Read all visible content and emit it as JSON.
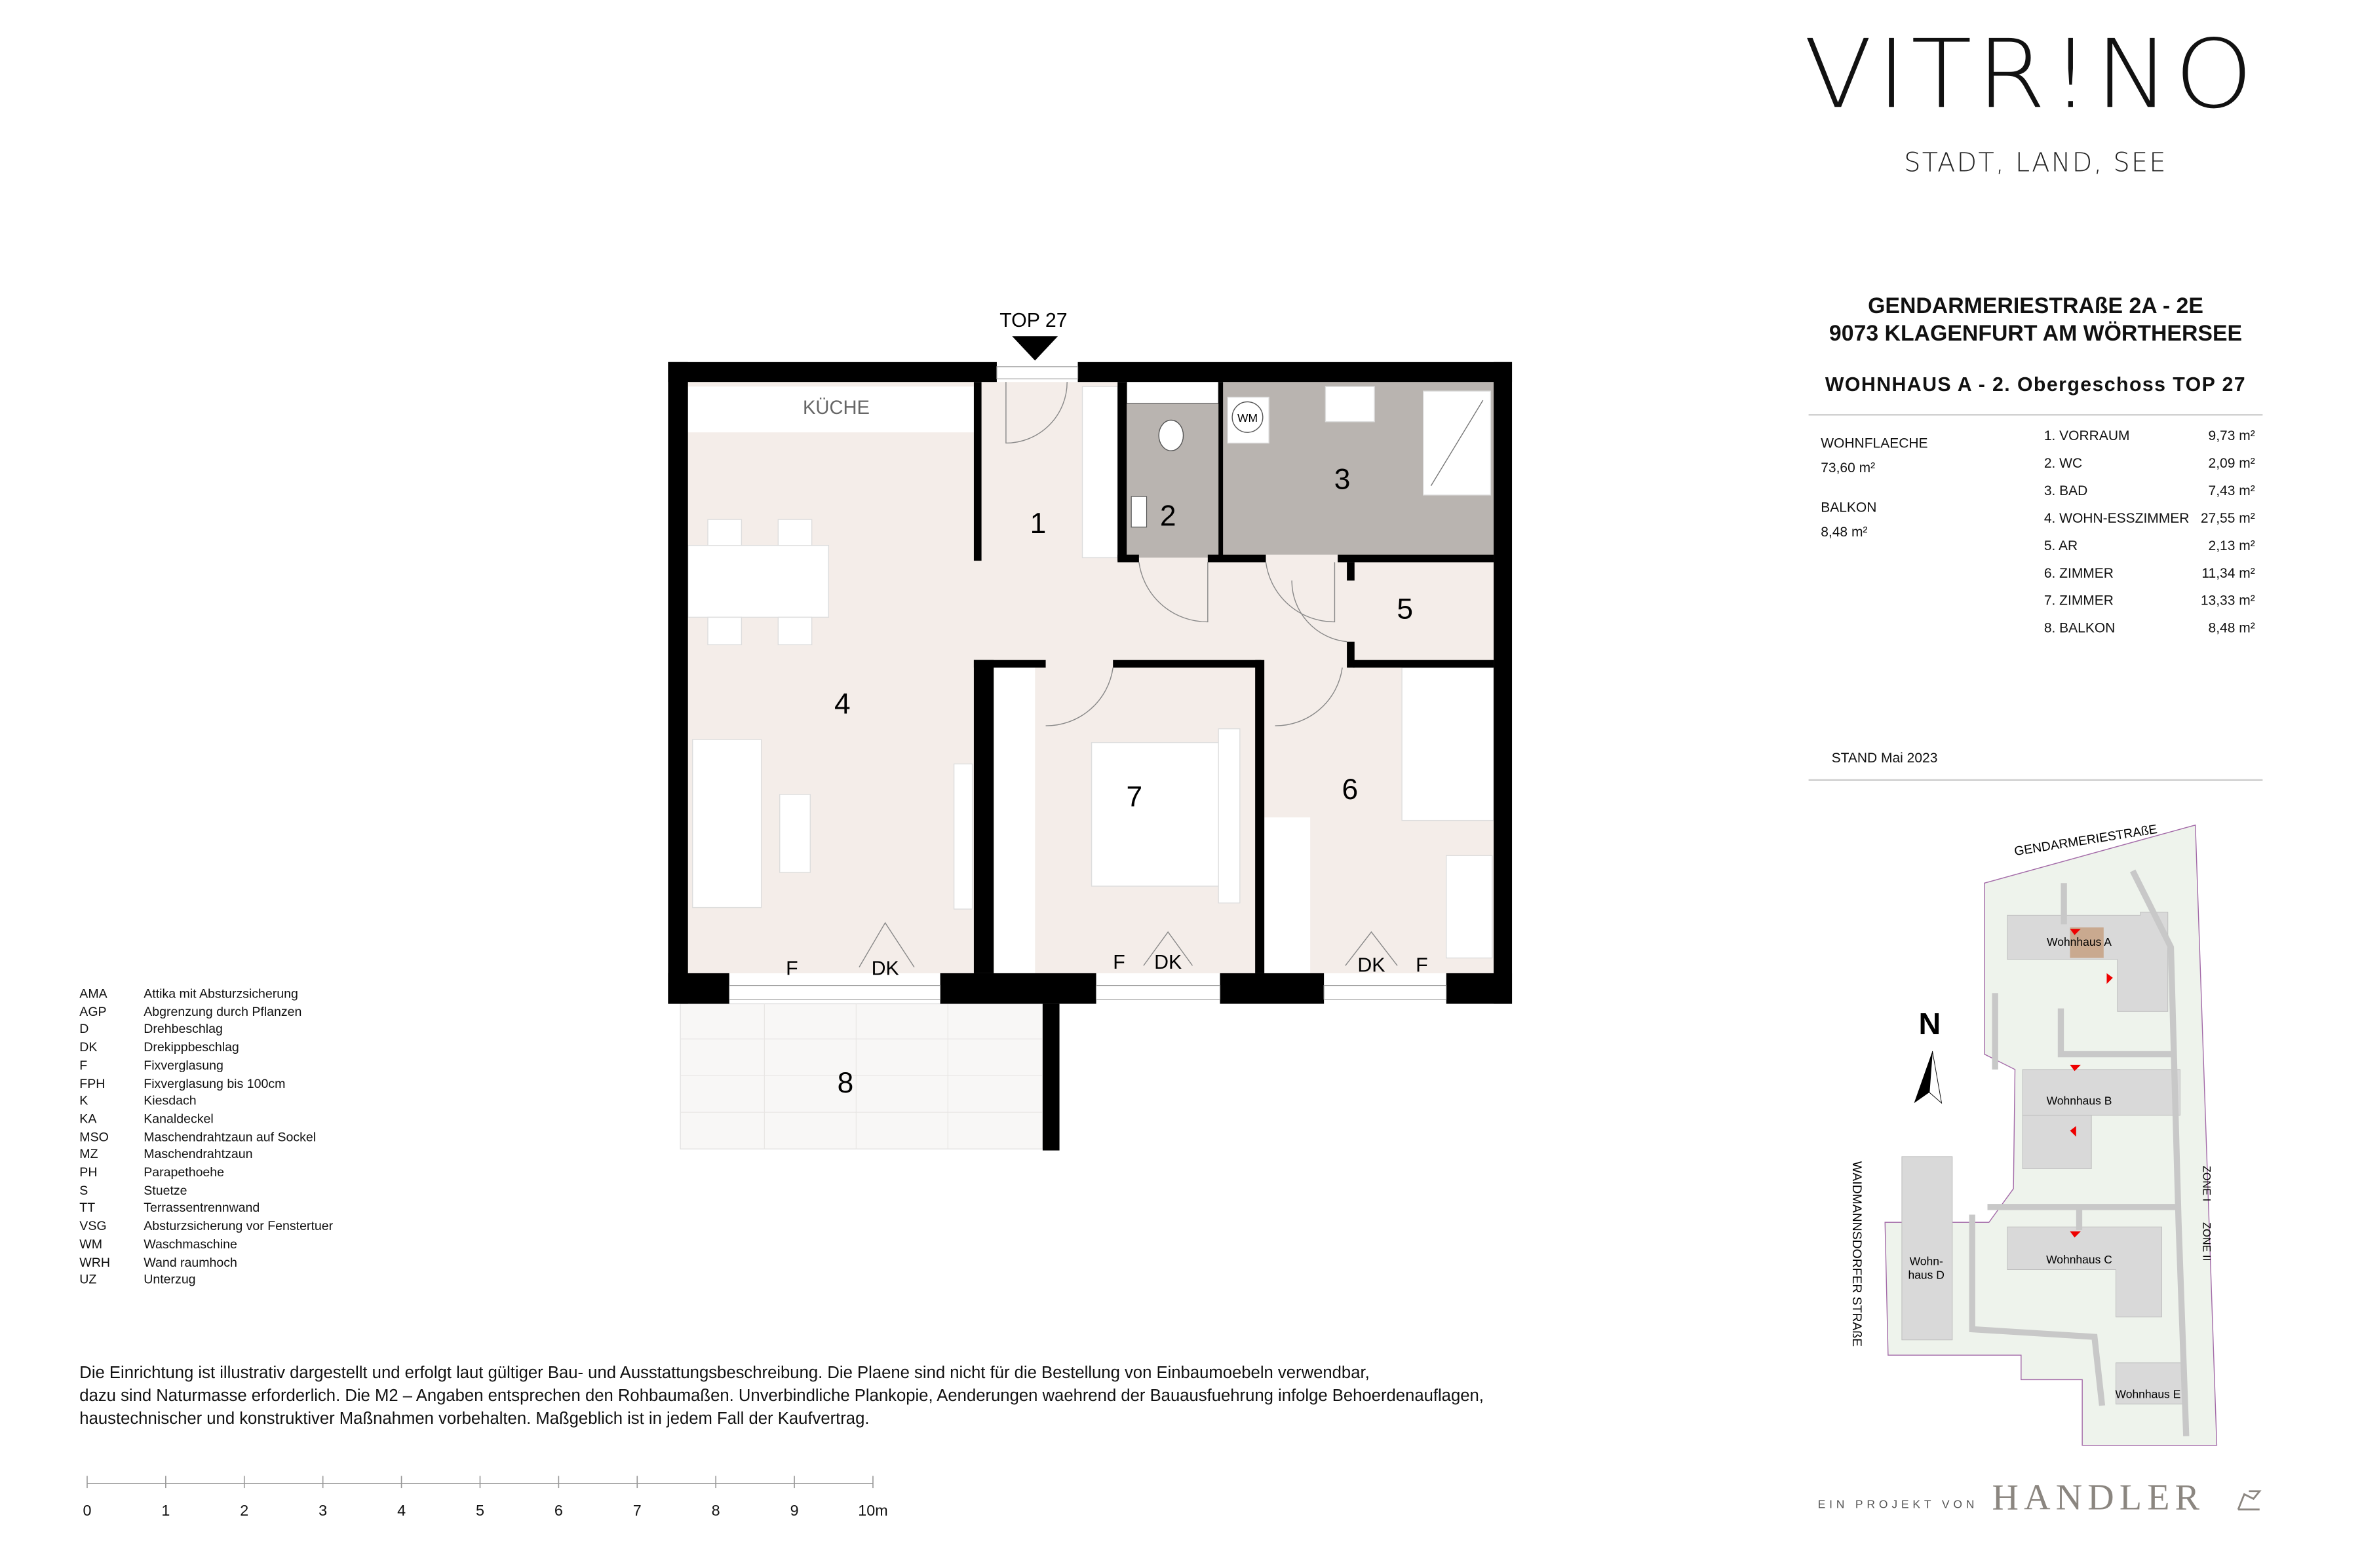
{
  "brand": {
    "logo": "VITR!NO",
    "tagline": "STADT, LAND, SEE"
  },
  "address": {
    "line1": "GENDARMERIESTRAßE 2A - 2E",
    "line2": "9073 KLAGENFURT AM WÖRTHERSEE"
  },
  "unit_title": "WOHNHAUS A - 2. Obergeschoss TOP 27",
  "summary": {
    "wohnflaeche_label": "WOHNFLAECHE",
    "wohnflaeche_value": "73,60 m²",
    "balkon_label": "BALKON",
    "balkon_value": "8,48 m²"
  },
  "rooms": [
    {
      "name": "1. VORRAUM",
      "area": "9,73 m²"
    },
    {
      "name": "2. WC",
      "area": "2,09 m²"
    },
    {
      "name": "3. BAD",
      "area": "7,43 m²"
    },
    {
      "name": "4. WOHN-ESSZIMMER",
      "area": "27,55 m²"
    },
    {
      "name": "5. AR",
      "area": "2,13 m²"
    },
    {
      "name": "6. ZIMMER",
      "area": "11,34 m²"
    },
    {
      "name": "7. ZIMMER",
      "area": "13,33 m²"
    },
    {
      "name": "8. BALKON",
      "area": "8,48 m²"
    }
  ],
  "stand": "STAND Mai 2023",
  "plan": {
    "top_label": "TOP 27",
    "kitchen": "KÜCHE",
    "wm": "WM",
    "room_numbers": [
      "1",
      "2",
      "3",
      "4",
      "5",
      "6",
      "7",
      "8"
    ],
    "window_labels": [
      "F",
      "DK",
      "F",
      "DK",
      "DK",
      "F"
    ],
    "colors": {
      "floor": "#f4ede9",
      "wet": "#b9b4b0",
      "wall": "#000000"
    }
  },
  "legend": [
    {
      "abbr": "AMA",
      "text": "Attika mit Absturzsicherung"
    },
    {
      "abbr": "AGP",
      "text": "Abgrenzung durch Pflanzen"
    },
    {
      "abbr": "D",
      "text": "Drehbeschlag"
    },
    {
      "abbr": "DK",
      "text": "Drekippbeschlag"
    },
    {
      "abbr": "F",
      "text": "Fixverglasung"
    },
    {
      "abbr": "FPH",
      "text": "Fixverglasung bis 100cm"
    },
    {
      "abbr": "K",
      "text": "Kiesdach"
    },
    {
      "abbr": "KA",
      "text": "Kanaldeckel"
    },
    {
      "abbr": "MSO",
      "text": "Maschendrahtzaun auf Sockel"
    },
    {
      "abbr": "MZ",
      "text": "Maschendrahtzaun"
    },
    {
      "abbr": "PH",
      "text": "Parapethoehe"
    },
    {
      "abbr": "S",
      "text": "Stuetze"
    },
    {
      "abbr": "TT",
      "text": "Terrassentrennwand"
    },
    {
      "abbr": "VSG",
      "text": "Absturzsicherung vor Fenstertuer"
    },
    {
      "abbr": "WM",
      "text": "Waschmaschine"
    },
    {
      "abbr": "WRH",
      "text": "Wand raumhoch"
    },
    {
      "abbr": "UZ",
      "text": "Unterzug"
    }
  ],
  "disclaimer": [
    "Die Einrichtung ist illustrativ dargestellt und erfolgt laut gültiger Bau- und Ausstattungsbeschreibung. Die Plaene sind nicht für die Bestellung von Einbaumoebeln verwendbar,",
    "dazu sind Naturmasse erforderlich. Die M2 – Angaben entsprechen den Rohbaumaßen. Unverbindliche Plankopie, Aenderungen waehrend der Bauausfuehrung infolge Behoerdenauflagen,",
    "haustechnischer und konstruktiver Maßnahmen vorbehalten. Maßgeblich ist in jedem Fall der Kaufvertrag."
  ],
  "scale_bar": [
    "0",
    "1",
    "2",
    "3",
    "4",
    "5",
    "6",
    "7",
    "8",
    "9",
    "10m"
  ],
  "site_plan": {
    "street_north": "GENDARMERIESTRAßE",
    "street_west": "WAIDMANNSDORFER STRAßE",
    "north": "N",
    "zone1": "ZONE I",
    "zone2": "ZONE II",
    "houses": [
      "Wohnhaus A",
      "Wohnhaus B",
      "Wohnhaus C",
      "Wohn-\nhaus D",
      "Wohnhaus E"
    ],
    "highlight_color": "#c9a98f"
  },
  "footer": {
    "ein_projekt": "EIN PROJEKT VON",
    "developer": "HANDLER"
  }
}
